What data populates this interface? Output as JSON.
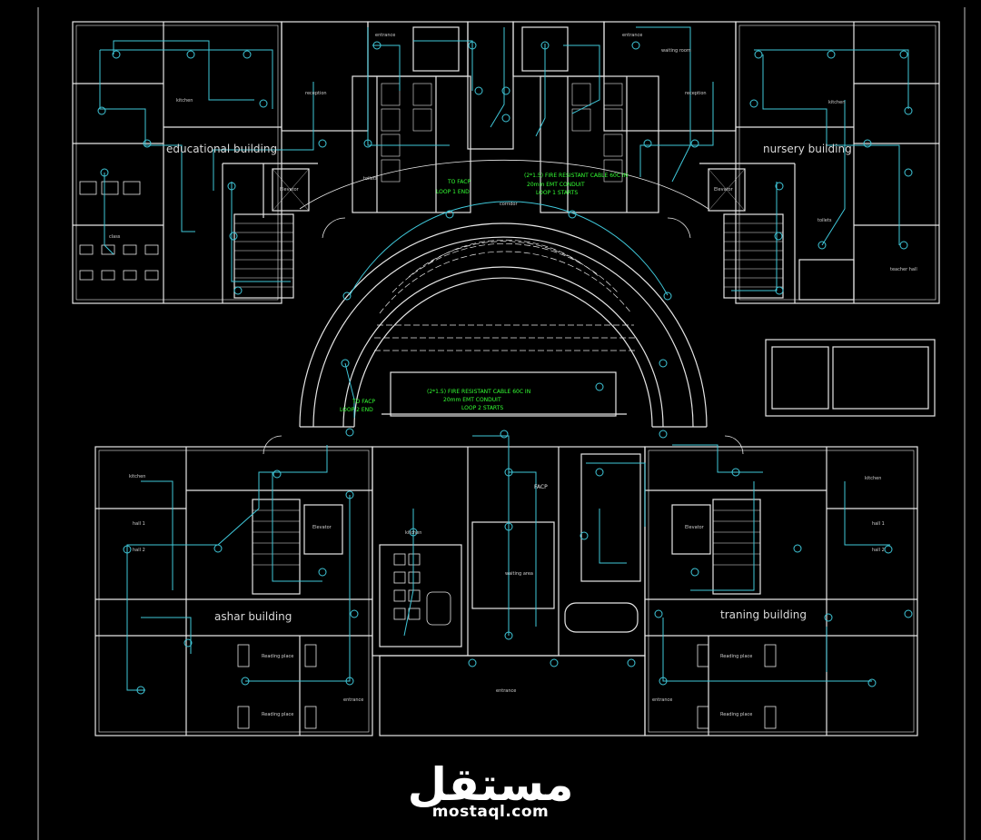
{
  "colors": {
    "background": "#000000",
    "walls": "#e6e6e6",
    "circuit": "#3fc7d9",
    "annotation": "#33ff33",
    "watermark": "#ffffff"
  },
  "buildings": {
    "educational": "educational building",
    "nursery": "nursery building",
    "ashar": "ashar building",
    "training": "traning building"
  },
  "rooms": {
    "entrance_top_left": "entrance",
    "entrance_top_right": "entrance",
    "reception_left": "reception",
    "reception_right": "reception",
    "kitchen_left": "kitchen",
    "kitchen_right": "kitchen",
    "toilets_left": "toilets",
    "toilets_right": "toilets",
    "elevator_top_left": "Elevator",
    "elevator_top_right": "Elevator",
    "elevator_bottom_left": "Elevator",
    "elevator_bottom_right": "Elevator",
    "corridor": "corridor",
    "teacher_hall": "teacher hall",
    "waiting_room": "waiting room",
    "class": "class",
    "kitchen_bl": "kitchen",
    "kitchen_br": "kitchen",
    "hall1_left": "hall 1",
    "hall2_left": "hall 2",
    "hall1_right": "hall 1",
    "hall2_right": "hall 2",
    "reading_place_1": "Reading place",
    "reading_place_2": "Reading place",
    "reading_place_3": "Reading place",
    "reading_place_4": "Reading place",
    "entrance_bottom": "entrance",
    "entrance_bl": "entrance",
    "entrance_br": "entrance",
    "kitchen_center": "kitchen",
    "waiting_center": "waiting area",
    "fac_panel": "FACP",
    "hall_right": "hall 1"
  },
  "annotations": {
    "top_left_1": "TO FACP",
    "top_left_2": "LOOP 1 END",
    "top_right_1": "(2*1.5) FIRE RESISTANT CABLE 60C IN",
    "top_right_2": "20mm EMT CONDUIT",
    "top_right_3": "LOOP 1 STARTS",
    "mid_1": "(2*1.5) FIRE RESISTANT CABLE 60C IN",
    "mid_2": "20mm EMT CONDUIT",
    "mid_3": "LOOP 2 STARTS",
    "mid_left_1": "TO FACP",
    "mid_left_2": "LOOP 2 END"
  },
  "watermark": {
    "arabic": "مستقل",
    "latin": "mostaql.com"
  }
}
